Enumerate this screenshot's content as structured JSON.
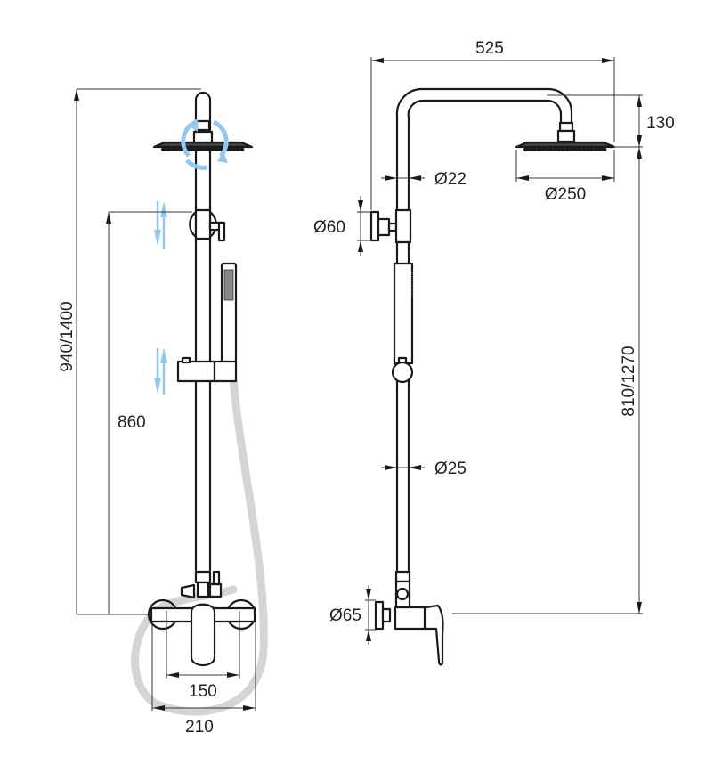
{
  "title": "Shower column technical drawing",
  "views": {
    "front": {
      "labels": {
        "total_height": "940/1400",
        "slide_height": "860",
        "inner_width": "150",
        "outer_width": "210"
      }
    },
    "side": {
      "labels": {
        "arm_reach": "525",
        "head_drop": "130",
        "arm_diameter": "Ø22",
        "head_diameter": "Ø250",
        "wall_flange_top": "Ø60",
        "rail_diameter": "Ø25",
        "valve_height": "810/1270",
        "wall_flange_bottom": "Ø65"
      }
    }
  },
  "colors": {
    "line": "#1a1a1a",
    "dimension": "#333333",
    "hose": "#d5d5d5",
    "motion_arrow": "#92c8ee"
  }
}
